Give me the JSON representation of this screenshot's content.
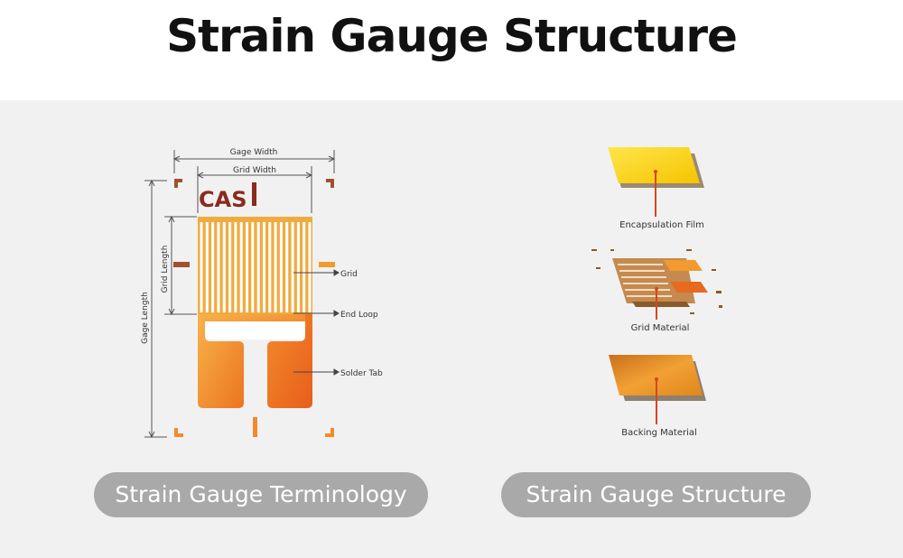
{
  "title": "Strain Gauge Structure",
  "terminology": {
    "logo": "CAS",
    "gage_width": "Gage Width",
    "grid_width": "Grid Width",
    "grid_length": "Grid Length",
    "gage_length": "Gage Length",
    "grid": "Grid",
    "end_loop": "End Loop",
    "solder_tab": "Solder Tab"
  },
  "structure": {
    "layers": [
      {
        "label": "Encapsulation Film",
        "color": "#fbd31a"
      },
      {
        "label": "Grid Material",
        "color": "#e0a24a"
      },
      {
        "label": "Backing Material",
        "color": "#e38a1c"
      }
    ]
  },
  "buttons": {
    "terminology": "Strain Gauge Terminology",
    "structure": "Strain Gauge Structure"
  },
  "colors": {
    "accent": "#d4471e",
    "orange": "#f29a2e",
    "pill": "#a9a9a9"
  }
}
